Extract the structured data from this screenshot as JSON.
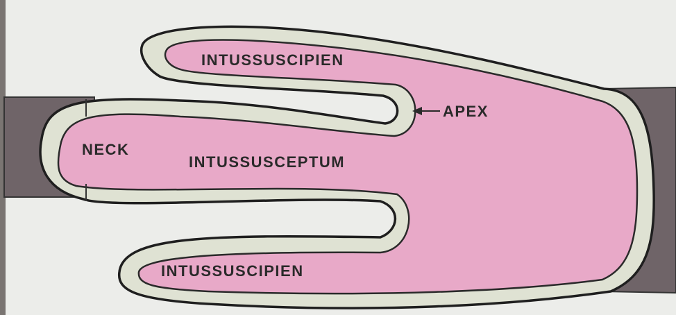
{
  "labels": {
    "upper_wall": "INTUSSUSCIPIEN",
    "neck": "NECK",
    "inner_segment": "INTUSSUSCEPTUM",
    "apex": "APEX",
    "lower_wall": "INTUSSUSCIPIEN"
  },
  "colors": {
    "background": "#ecedea",
    "bowel_wall": "#dfe2d3",
    "lumen": "#e8a9c8",
    "outline": "#222222",
    "outer_bowel": "#6f6468",
    "label_text": "#2a2a2a"
  }
}
